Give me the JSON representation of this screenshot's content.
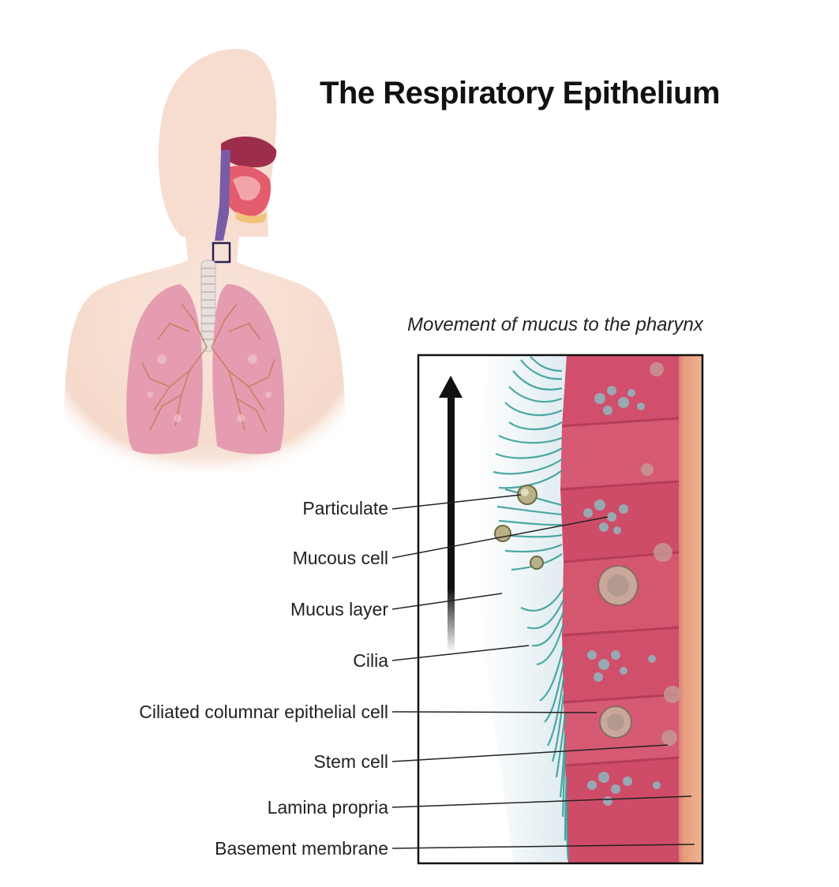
{
  "title": "The Respiratory Epithelium",
  "caption": "Movement of mucus to the pharynx",
  "labels": [
    "Particulate",
    "Mucous cell",
    "Mucus layer",
    "Cilia",
    "Ciliated columnar epithelial cell",
    "Stem cell",
    "Lamina propria",
    "Basement membrane"
  ],
  "colors": {
    "skin": "#f6ddd0",
    "lung": "#e7a1b4",
    "epithelium": "#d64e6b",
    "cilia": "#3a9f9a",
    "mucus": "#dde9ee",
    "lamina": "#e8a07c",
    "arrow": "#111111"
  }
}
